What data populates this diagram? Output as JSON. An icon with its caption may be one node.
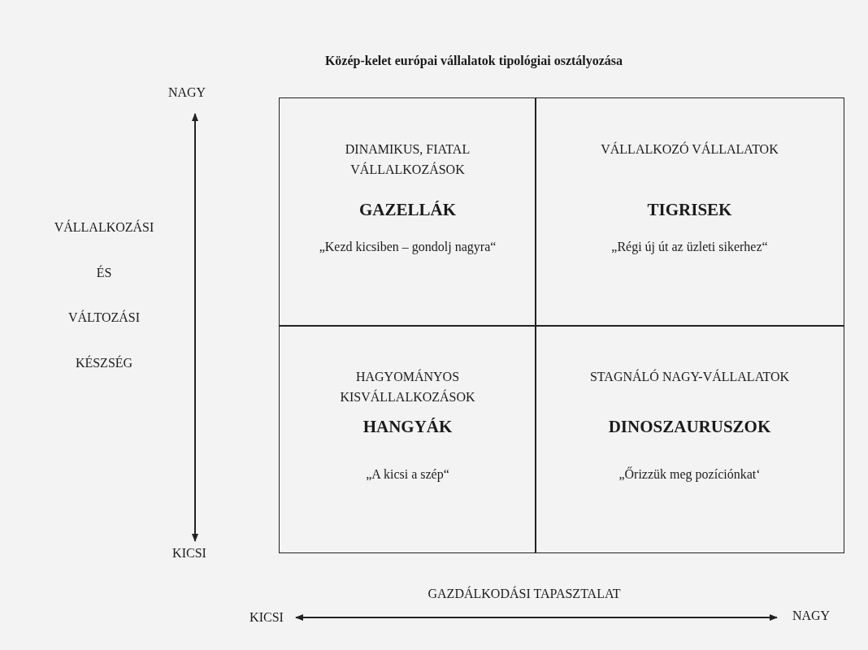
{
  "diagram": {
    "title": "Közép-kelet európai vállalatok tipológiai osztályozása",
    "nodes": [
      {
        "text": [
          "DINAMIKUS, FIATAL VÁLLALKOZÁSOK",
          "GAZELLÁK",
          "„Kezd kicsiben – gondolj nagyra“"
        ]
      },
      {
        "text": [
          "VÁLLALKOZÓ VÁLLALATOK",
          "TIGRISEK",
          "„Régi új út az üzleti sikerhez“"
        ]
      },
      {
        "text": [
          "HAGYOMÁNYOS KISVÁLLALKOZÁSOK",
          "HANGYÁK",
          "„A kicsi a szép“"
        ]
      },
      {
        "text": [
          "STAGNÁLÓ NAGY-VÁLLALATOK",
          "DINOSZAURUSZOK",
          "„Őrizzük meg pozíciónkat‘"
        ]
      }
    ],
    "labels": [
      "NAGY",
      "VÁLLALKOZÁSI",
      "ÉS",
      "VÁLTOZÁSI",
      "KÉSZSÉG",
      "KICSI",
      "GAZDÁLKODÁSI TAPASZTALAT",
      "KICSI",
      "NAGY"
    ]
  }
}
